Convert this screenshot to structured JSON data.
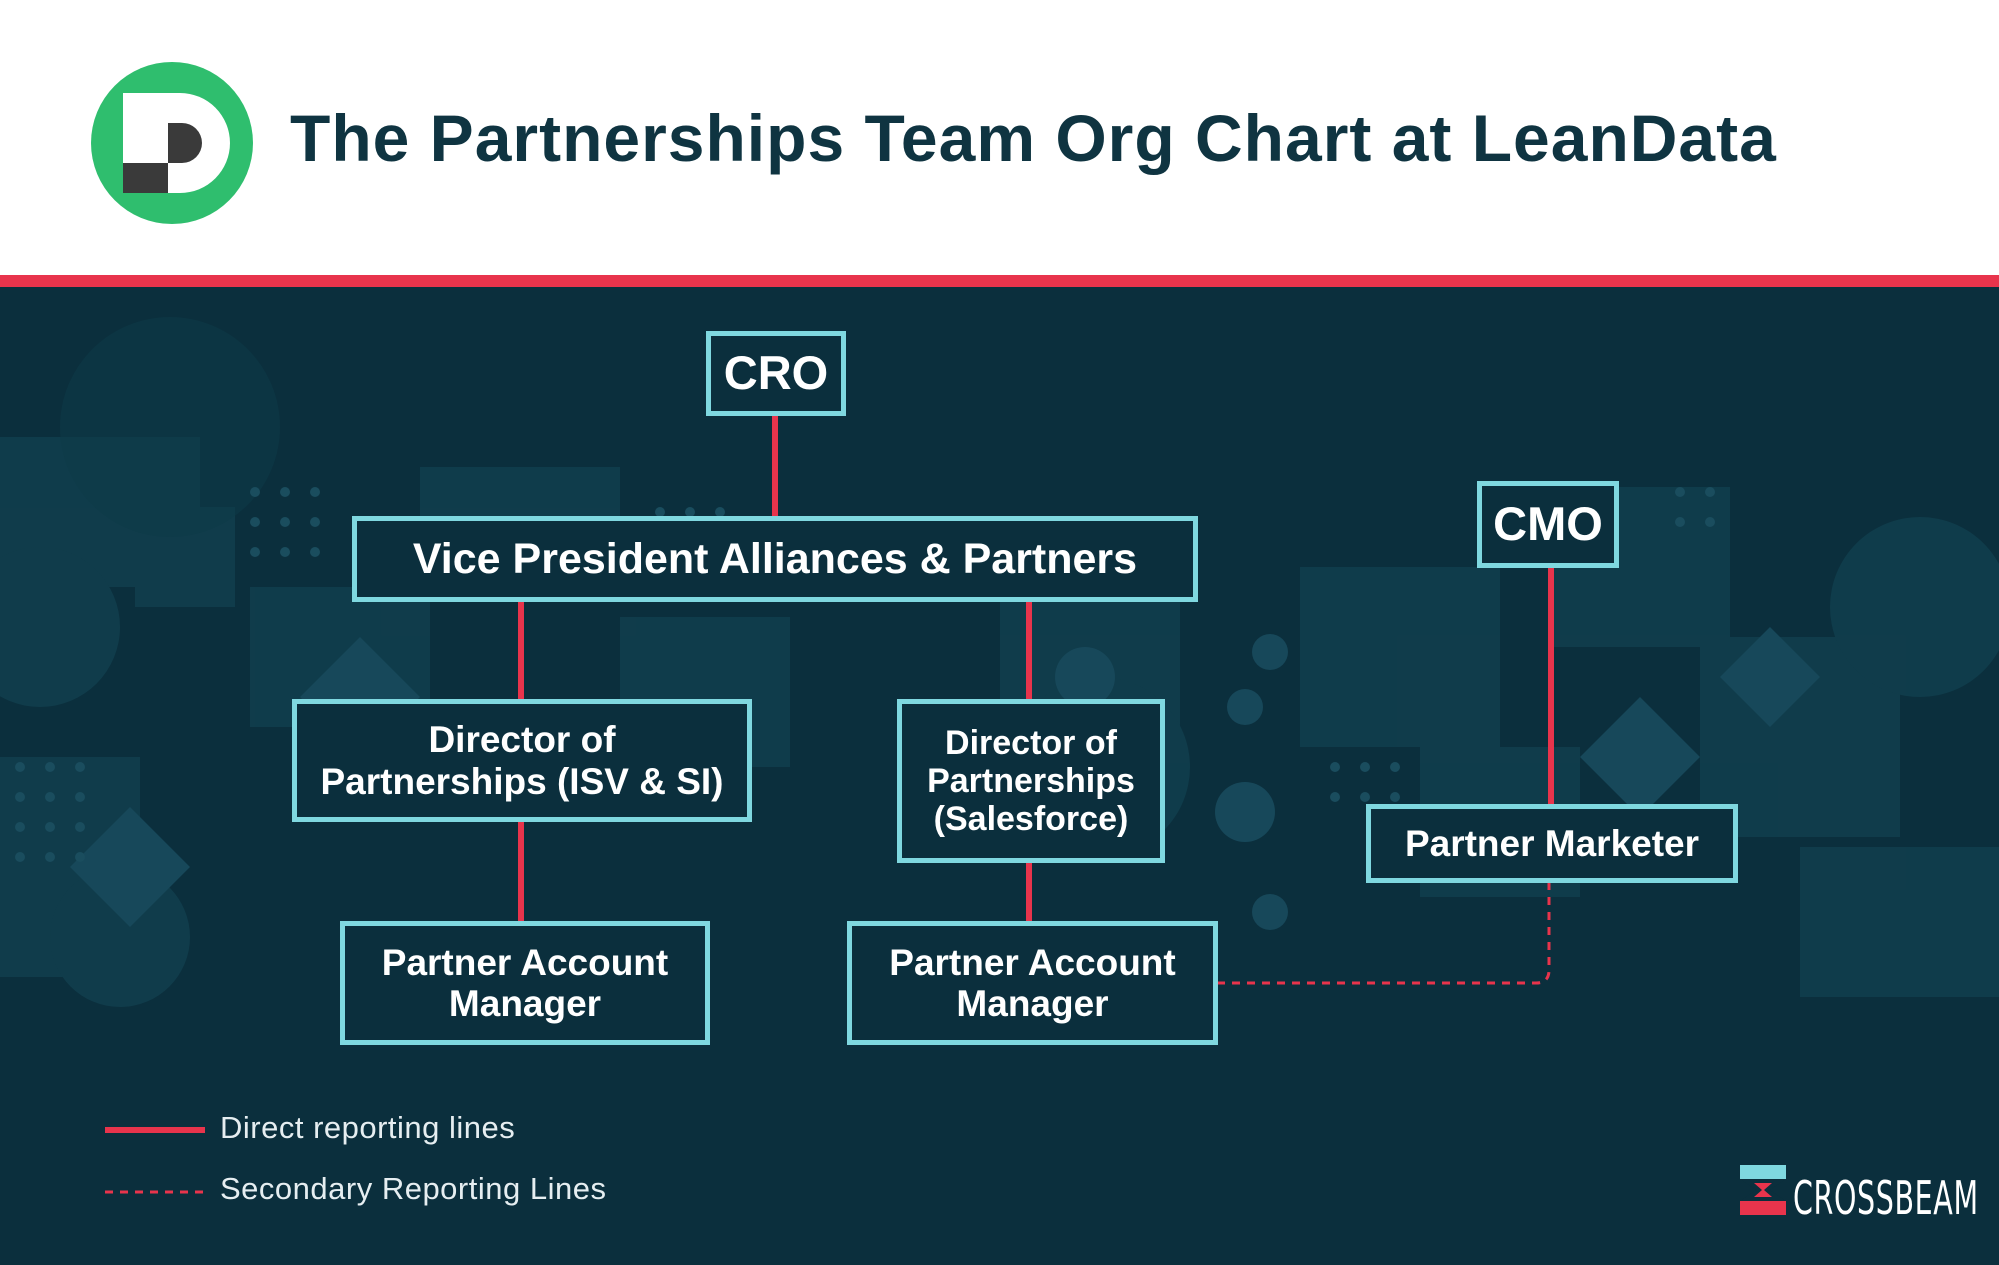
{
  "header": {
    "title": "The Partnerships Team Org Chart at LeanData",
    "logo_icon": "leandata-logo-icon"
  },
  "colors": {
    "header_bg": "#ffffff",
    "title": "#0f3441",
    "accent_red": "#e8344c",
    "panel_bg": "#0b2f3d",
    "node_border": "#7fd8e0",
    "logo_green": "#2fbe6e"
  },
  "nodes": {
    "cro": "CRO",
    "cmo": "CMO",
    "vp": "Vice President Alliances & Partners",
    "dir_isv_line1": "Director of",
    "dir_isv_line2": "Partnerships (ISV & SI)",
    "dir_sf_line1": "Director of",
    "dir_sf_line2": "Partnerships",
    "dir_sf_line3": "(Salesforce)",
    "pam_left_line1": "Partner Account",
    "pam_left_line2": "Manager",
    "pam_right_line1": "Partner Account",
    "pam_right_line2": "Manager",
    "partner_marketer": "Partner Marketer"
  },
  "legend": {
    "direct": "Direct reporting lines",
    "secondary": "Secondary Reporting Lines"
  },
  "brand": {
    "name": "CROSSBEAM",
    "icon": "crossbeam-logo-icon"
  }
}
